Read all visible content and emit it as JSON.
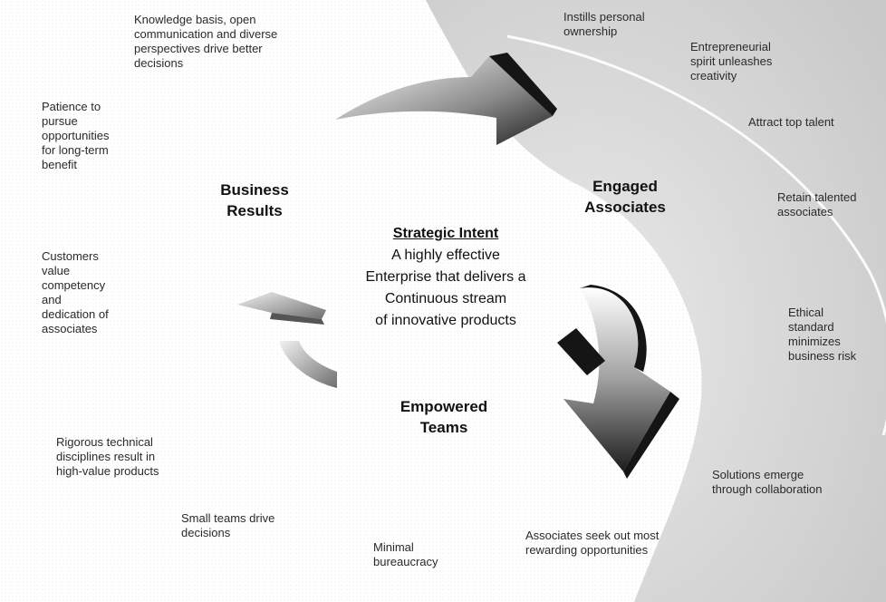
{
  "center": {
    "title": "Strategic Intent",
    "lines": [
      "A highly effective",
      "Enterprise that delivers a",
      "Continuous stream",
      "of innovative products"
    ]
  },
  "sections": {
    "business_results": "Business\nResults",
    "engaged_associates": "Engaged\nAssociates",
    "empowered_teams": "Empowered\nTeams"
  },
  "notes": {
    "knowledge": "Knowledge basis, open\ncommunication and diverse\nperspectives drive better\ndecisions",
    "patience": "Patience to\npursue\nopportunities\nfor long-term\nbenefit",
    "customers": "Customers\nvalue\ncompetency\nand\ndedication of\nassociates",
    "rigorous": "Rigorous technical\ndisciplines result in\nhigh-value products",
    "small_teams": "Small teams drive\ndecisions",
    "minimal": "Minimal\nbureaucracy",
    "associates_seek": "Associates seek out most\nrewarding opportunities",
    "solutions": "Solutions emerge\nthrough collaboration",
    "instills": "Instills personal\nownership",
    "entrepreneurial": "Entrepreneurial\nspirit unleashes\ncreativity",
    "attract": "Attract top talent",
    "retain": "Retain talented\nassociates",
    "ethical": "Ethical\nstandard\nminimizes\nbusiness risk"
  },
  "colors": {
    "right_shade": "#cfcfcf",
    "arrow_dark": "#1a1a1a",
    "arrow_mid": "#9a9a9a"
  }
}
